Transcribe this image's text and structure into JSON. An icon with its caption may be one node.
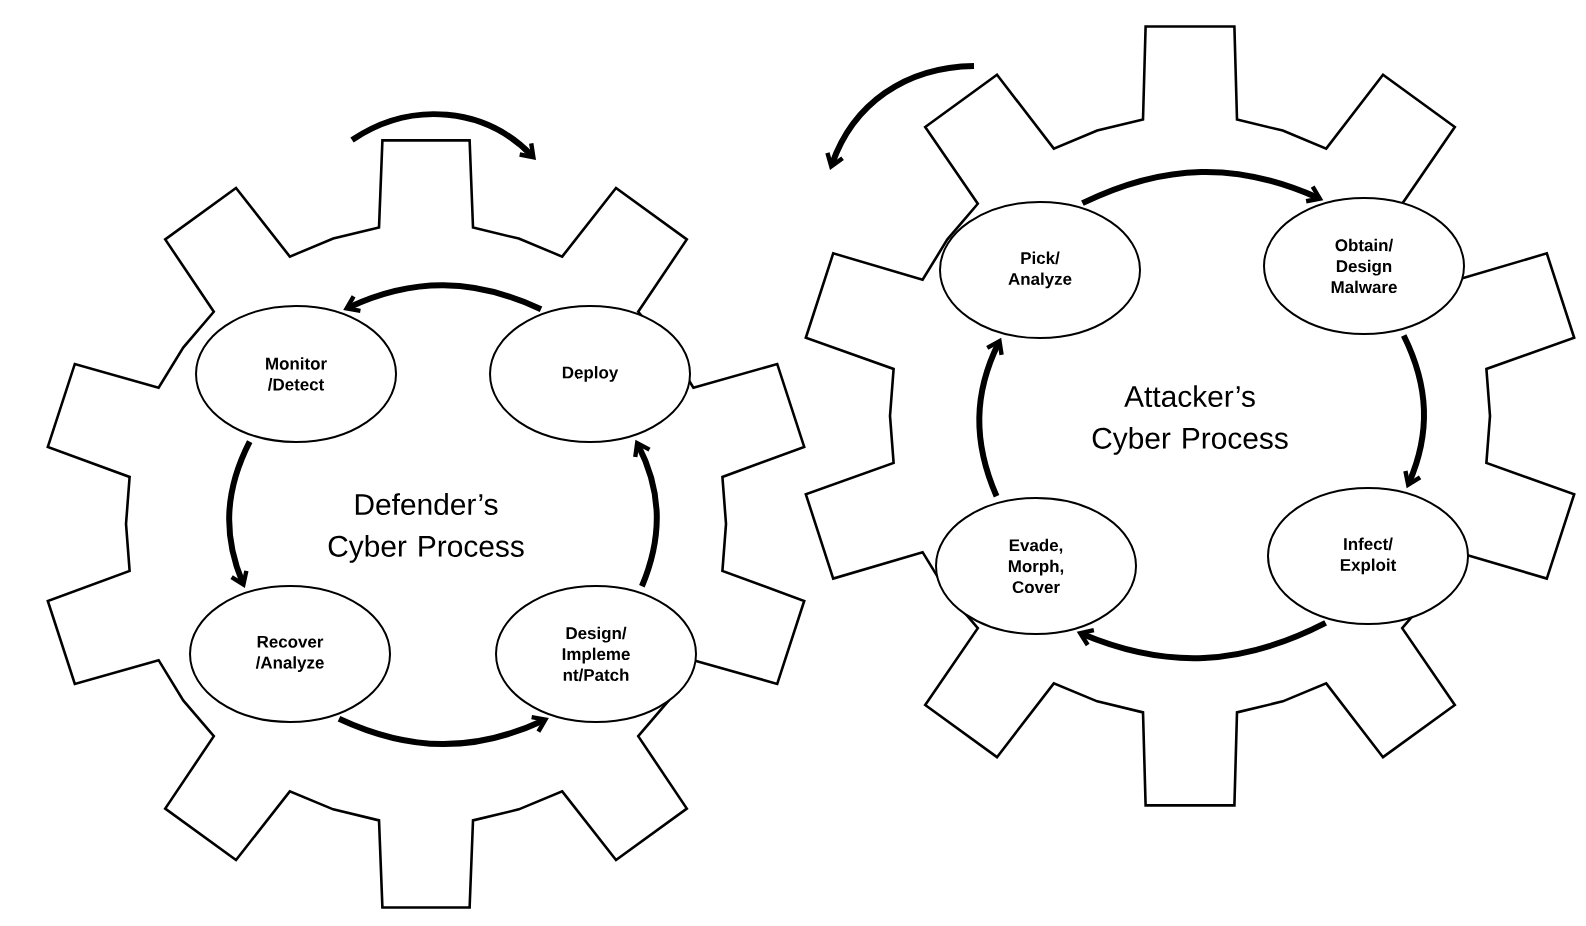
{
  "diagram": {
    "nodes": [
      {
        "text": [
          "Defender’s Cyber Process"
        ]
      },
      {
        "text": [
          "Monitor /Detect"
        ],
        "in": 0
      },
      {
        "text": [
          "Deploy"
        ],
        "in": 0
      },
      {
        "text": [
          "Recover /Analyze"
        ],
        "in": 0
      },
      {
        "text": [
          "Design/ Impleme nt/Patch"
        ],
        "in": 0
      },
      {
        "text": [
          "Attacker’s Cyber Process"
        ]
      },
      {
        "text": [
          "Pick/ Analyze"
        ],
        "in": 5
      },
      {
        "text": [
          "Obtain/ Design Malware"
        ],
        "in": 5
      },
      {
        "text": [
          "Infect/ Exploit"
        ],
        "in": 5
      },
      {
        "text": [
          "Evade, Morph, Cover"
        ],
        "in": 5
      }
    ],
    "edges": [
      {
        "from": 2,
        "to": 1,
        "arrow": "to"
      },
      {
        "from": 1,
        "to": 3,
        "arrow": "to"
      },
      {
        "from": 3,
        "to": 4,
        "arrow": "to"
      },
      {
        "from": 4,
        "to": 2,
        "arrow": "to"
      },
      {
        "from": 6,
        "to": 7,
        "arrow": "to"
      },
      {
        "from": 7,
        "to": 8,
        "arrow": "to"
      },
      {
        "from": 8,
        "to": 9,
        "arrow": "to"
      },
      {
        "from": 9,
        "to": 6,
        "arrow": "to"
      }
    ]
  }
}
